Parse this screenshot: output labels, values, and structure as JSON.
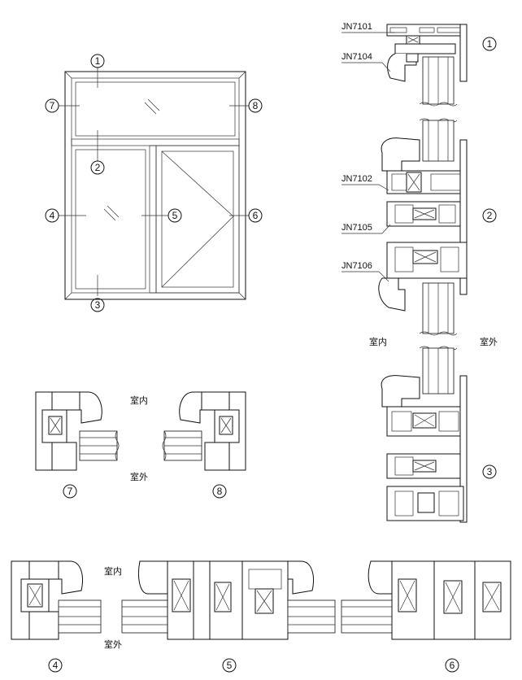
{
  "callout_numbers": [
    "1",
    "2",
    "3",
    "4",
    "5",
    "6",
    "7",
    "8"
  ],
  "profile_codes": {
    "jn7101": "JN7101",
    "jn7104": "JN7104",
    "jn7102": "JN7102",
    "jn7105": "JN7105",
    "jn7106": "JN7106"
  },
  "side_labels": {
    "indoor": "室内",
    "outdoor": "室外"
  }
}
